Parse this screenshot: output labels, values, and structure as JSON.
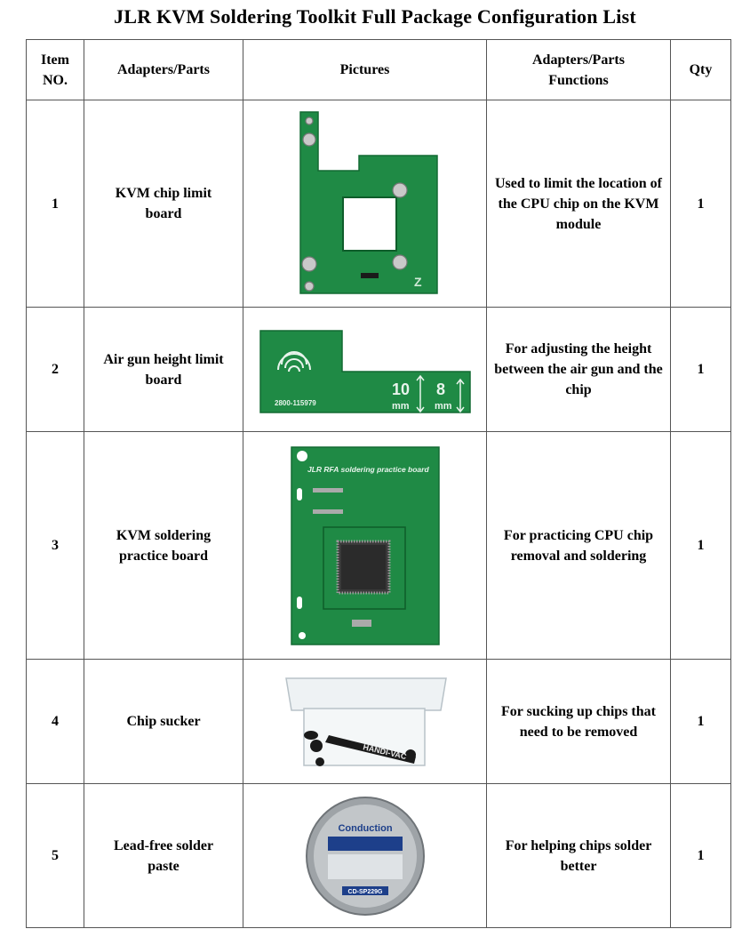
{
  "title": "JLR KVM Soldering Toolkit Full Package Configuration List",
  "headers": {
    "item": "Item NO.",
    "parts": "Adapters/Parts",
    "pictures": "Pictures",
    "functions": "Adapters/Parts Functions",
    "qty": "Qty"
  },
  "rows": [
    {
      "no": "1",
      "name": "KVM chip limit board",
      "function": "Used to limit the location of the CPU chip on the KVM module",
      "qty": "1",
      "image": "green-pcb-chip-limit-board"
    },
    {
      "no": "2",
      "name": "Air gun height limit board",
      "function": "For adjusting the height between the air gun and the chip",
      "qty": "1",
      "image": "green-pcb-height-limit-board",
      "board_text": {
        "part_no": "2800-115979",
        "h1": "10",
        "h2": "8",
        "unit": "mm"
      }
    },
    {
      "no": "3",
      "name": "KVM soldering practice board",
      "function": "For practicing CPU chip removal and soldering",
      "qty": "1",
      "image": "green-pcb-practice-board",
      "board_text": {
        "label": "JLR RFA soldering practice board"
      }
    },
    {
      "no": "4",
      "name": "Chip sucker",
      "function": "For sucking up chips that need to be removed",
      "qty": "1",
      "image": "vacuum-pen-in-clear-case",
      "board_text": {
        "label": "HANDI-VAC"
      }
    },
    {
      "no": "5",
      "name": "Lead-free solder paste",
      "function": "For helping chips solder better",
      "qty": "1",
      "image": "solder-paste-tin",
      "board_text": {
        "brand": "Conduction",
        "model": "CD-SP229G"
      }
    }
  ]
}
